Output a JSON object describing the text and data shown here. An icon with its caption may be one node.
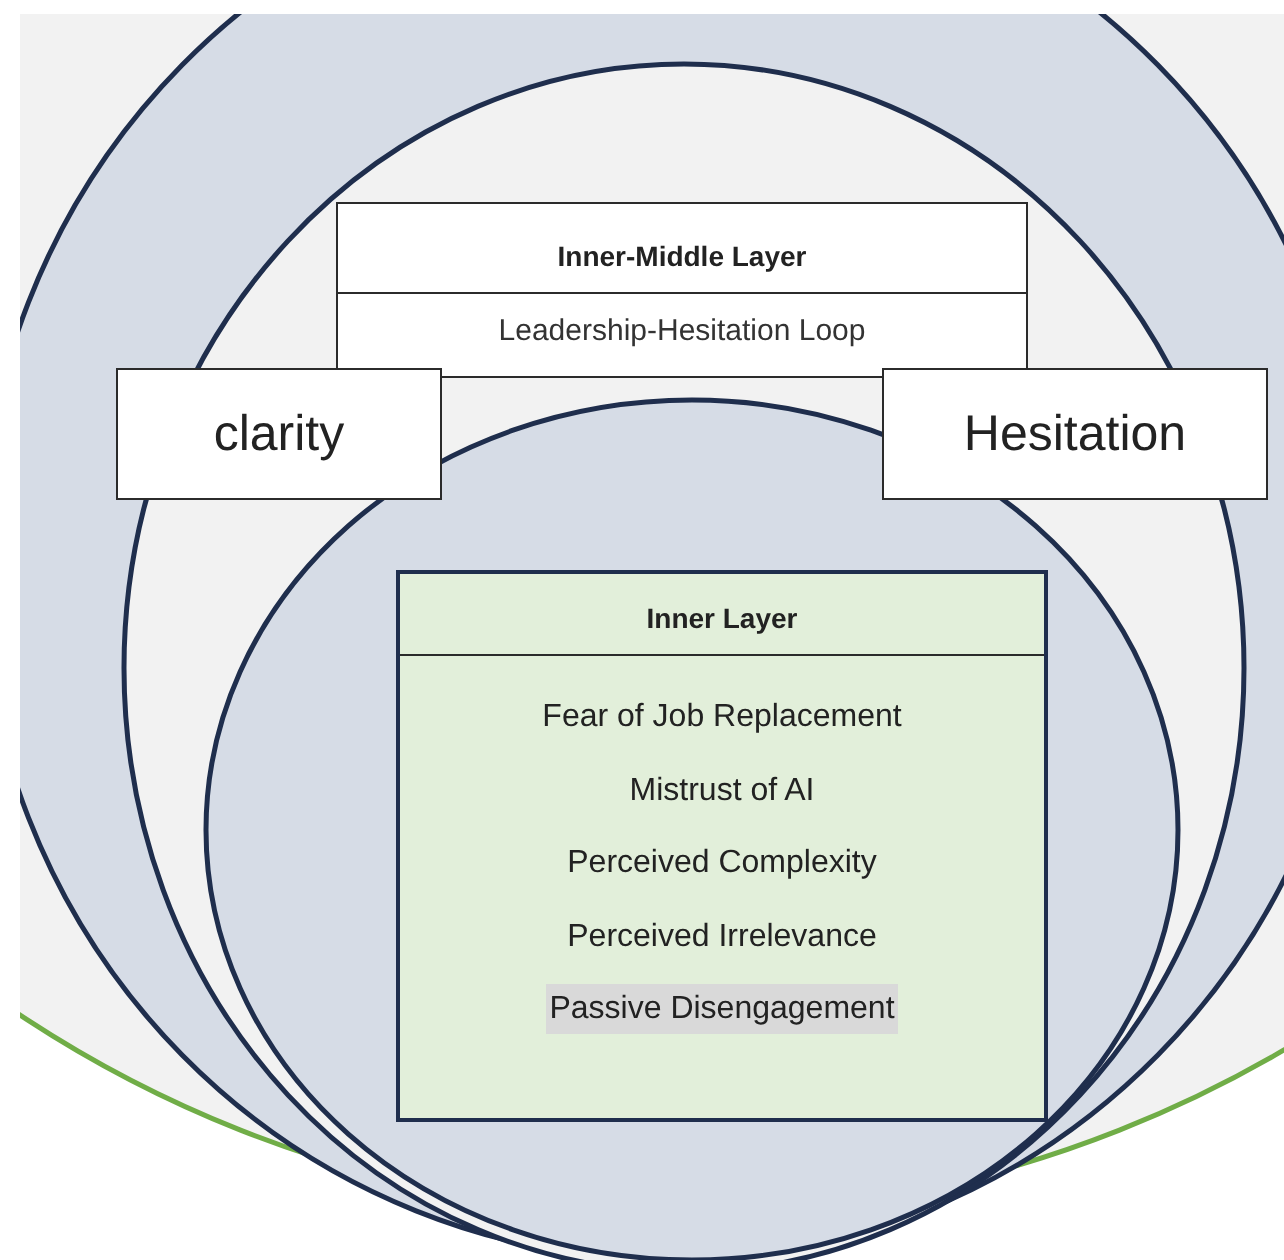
{
  "diagram": {
    "nodes": [
      {
        "text": [
          "Inner-Middle Layer",
          "Leadership-Hesitation Loop"
        ]
      },
      {
        "text": [
          "clarity"
        ]
      },
      {
        "text": [
          "Hesitation"
        ]
      },
      {
        "text": [
          "Inner Layer",
          "Fear of Job Replacement",
          "Mistrust of AI",
          "Perceived Complexity",
          "Perceived Irrelevance",
          "Passive Disengagement"
        ]
      }
    ]
  }
}
